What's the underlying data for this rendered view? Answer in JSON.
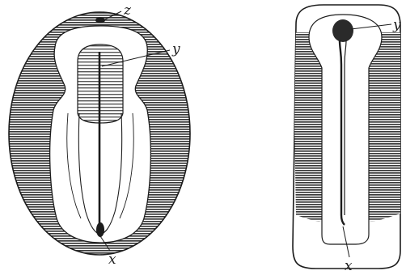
{
  "figure": {
    "panels": [
      {
        "id": "left",
        "labels": {
          "top": "z",
          "right": "y",
          "bottom": "x"
        }
      },
      {
        "id": "right",
        "labels": {
          "right": "y",
          "bottom": "x"
        }
      }
    ],
    "colors": {
      "ink": "#1c1c1c",
      "paper": "#ffffff"
    }
  }
}
